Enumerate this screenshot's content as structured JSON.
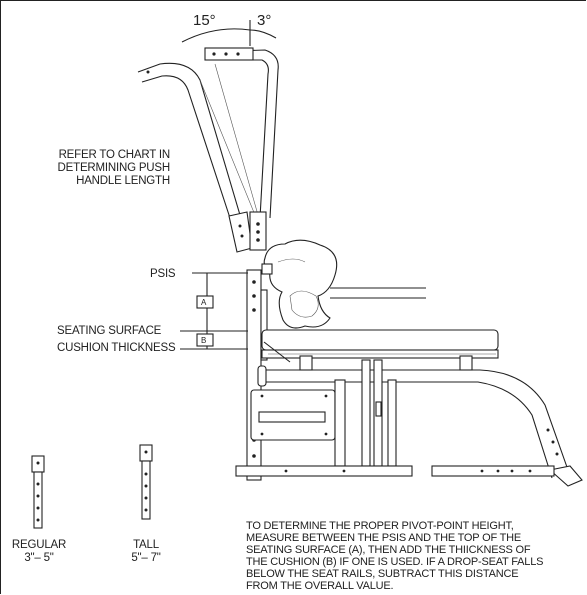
{
  "angles": {
    "left": "15°",
    "right": "3°"
  },
  "labels": {
    "refer": [
      "REFER TO CHART IN",
      "DETERMINING PUSH",
      "HANDLE LENGTH"
    ],
    "psis": "PSIS",
    "seating_surface": "SEATING SURFACE",
    "cushion_thickness": "CUSHION THICKNESS",
    "dim_a": "A",
    "dim_b": "B"
  },
  "handles": {
    "regular": {
      "name": "REGULAR",
      "range": "3\"– 5\""
    },
    "tall": {
      "name": "TALL",
      "range": "5\"– 7\""
    }
  },
  "note": [
    "TO DETERMINE THE PROPER PIVOT-POINT HEIGHT,",
    "MEASURE BETWEEN THE PSIS AND THE TOP OF THE",
    "SEATING SURFACE (A), THEN ADD THE THIICKNESS OF",
    "THE CUSHION (B) IF ONE IS USED. IF A DROP-SEAT FALLS",
    "BELOW THE SEAT RAILS, SUBTRACT THIS DISTANCE",
    "FROM THE OVERALL VALUE."
  ]
}
